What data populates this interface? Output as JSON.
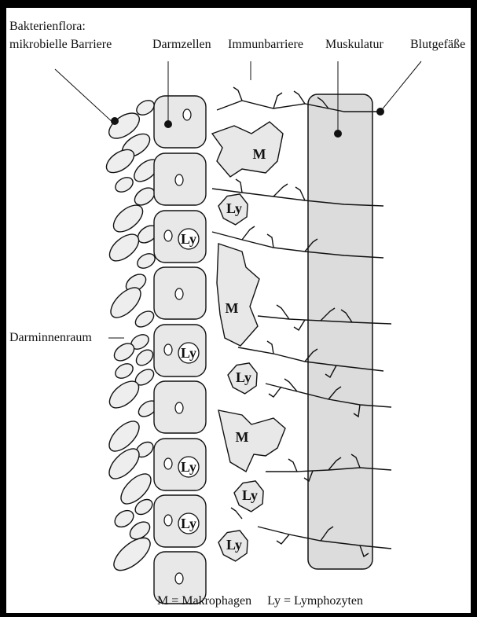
{
  "labels": {
    "bacterial_flora": "Bakterienflora:",
    "microbial_barrier": "mikrobielle Barriere",
    "intestinal_cells": "Darmzellen",
    "immune_barrier": "Immunbarriere",
    "musculature": "Muskulatur",
    "blood_vessels": "Blutgefäße",
    "lumen": "Darminnenraum"
  },
  "cell_labels": {
    "macrophage": "M",
    "lymphocyte": "Ly"
  },
  "legend": {
    "macrophage_key": "M",
    "macrophage_name": "= Makrophagen",
    "lymphocyte_key": "Ly",
    "lymphocyte_name": "= Lymphozyten"
  },
  "colors": {
    "cell_fill": "#e8e8e8",
    "muscle_fill": "#dcdcdc",
    "outline": "#111111",
    "frame": "#000000"
  }
}
